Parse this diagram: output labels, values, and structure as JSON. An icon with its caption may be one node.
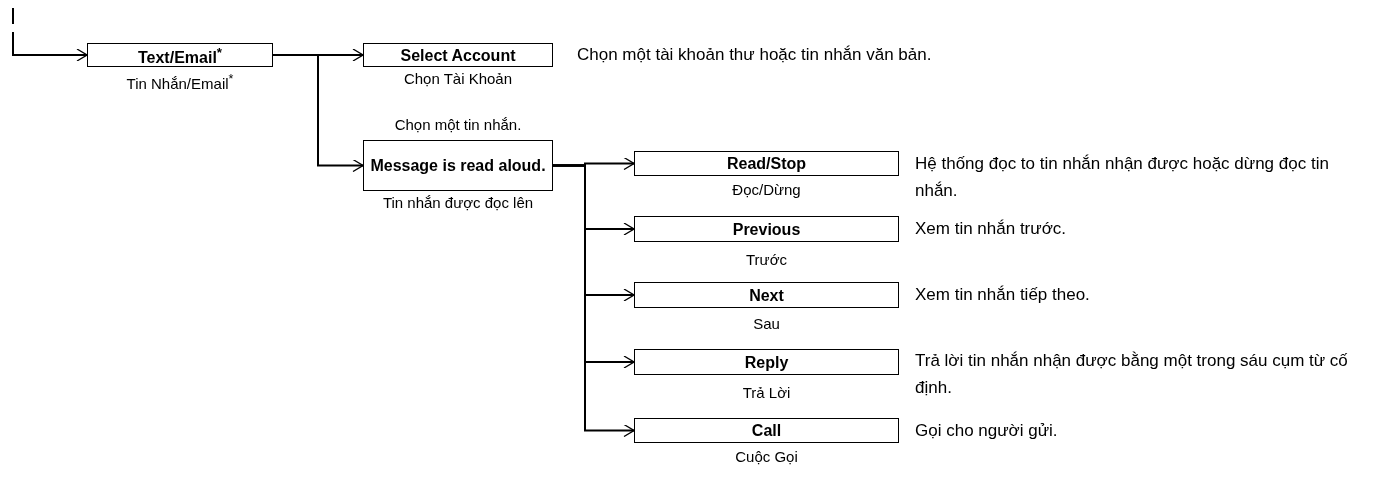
{
  "diagram": {
    "nodes": [
      {
        "text": [
          "Text/Email$^{*}$"
        ],
        "beside": [
          "Tin Nhắn/Email$^{*}$"
        ]
      },
      {
        "text": [
          "Select Account"
        ],
        "beside": [
          "Chọn Tài Khoản",
          "Chọn một tài khoản thư hoặc tin nhắn văn bản."
        ]
      },
      {
        "text": [
          "Message is read aloud."
        ],
        "beside": [
          "Chọn một tin nhắn.",
          "Tin nhắn được đọc lên"
        ]
      },
      {
        "text": [
          "Read/Stop"
        ],
        "beside": [
          "Đọc/Dừng",
          "Hệ thống đọc to tin nhắn nhận được hoặc dừng đọc tin nhắn."
        ]
      },
      {
        "text": [
          "Previous"
        ],
        "beside": [
          "Trước",
          "Xem tin nhắn trước."
        ]
      },
      {
        "text": [
          "Next"
        ],
        "beside": [
          "Sau",
          "Xem tin nhắn tiếp theo."
        ]
      },
      {
        "text": [
          "Reply"
        ],
        "beside": [
          "Trả Lời",
          "Trả lời tin nhắn nhận được bằng một trong sáu cụm từ cố định."
        ]
      },
      {
        "text": [
          "Call"
        ],
        "beside": [
          "Cuộc Gọi",
          "Gọi cho người gửi."
        ]
      }
    ],
    "edges": [
      {
        "from": null,
        "to": 0,
        "arrow": "to"
      },
      {
        "from": 0,
        "to": 1,
        "arrow": "to"
      },
      {
        "from": 0,
        "to": 2,
        "arrow": "to"
      },
      {
        "from": 2,
        "to": 3,
        "arrow": "to"
      },
      {
        "from": 2,
        "to": 4,
        "arrow": "to"
      },
      {
        "from": 2,
        "to": 5,
        "arrow": "to"
      },
      {
        "from": 2,
        "to": 6,
        "arrow": "to"
      },
      {
        "from": 2,
        "to": 7,
        "arrow": "to"
      }
    ]
  }
}
